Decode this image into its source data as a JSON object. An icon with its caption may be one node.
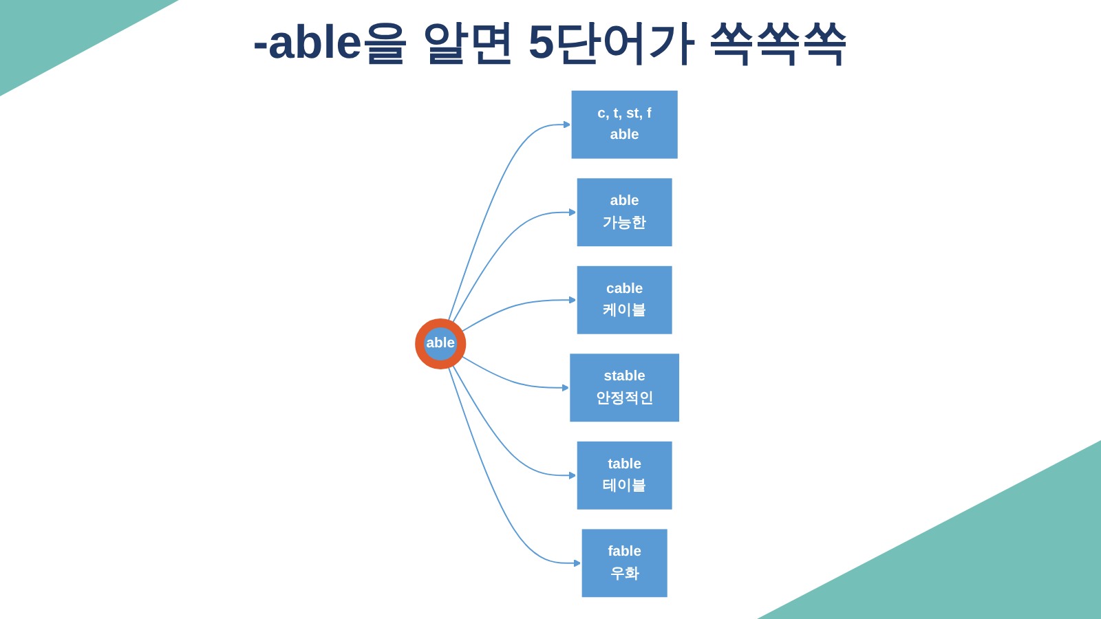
{
  "diagram": {
    "title": "-able을 알면 5단어가 쏙쏙쏙",
    "nodes": [
      {
        "text": [
          "c, t, st, f",
          "able"
        ]
      },
      {
        "text": [
          "able",
          "가능한"
        ]
      },
      {
        "text": [
          "cable",
          "케이블"
        ]
      },
      {
        "text": [
          "able"
        ]
      },
      {
        "text": [
          "stable",
          "안정적인"
        ]
      },
      {
        "text": [
          "table",
          "테이블"
        ]
      },
      {
        "text": [
          "fable",
          "우화"
        ]
      }
    ],
    "edges": [
      {
        "from": 3,
        "to": 0,
        "arrow": "to"
      },
      {
        "from": 3,
        "to": 1,
        "arrow": "to"
      },
      {
        "from": 3,
        "to": 2,
        "arrow": "to"
      },
      {
        "from": 3,
        "to": 4,
        "arrow": "to"
      },
      {
        "from": 3,
        "to": 5,
        "arrow": "to"
      },
      {
        "from": 3,
        "to": 6,
        "arrow": "to"
      }
    ]
  }
}
